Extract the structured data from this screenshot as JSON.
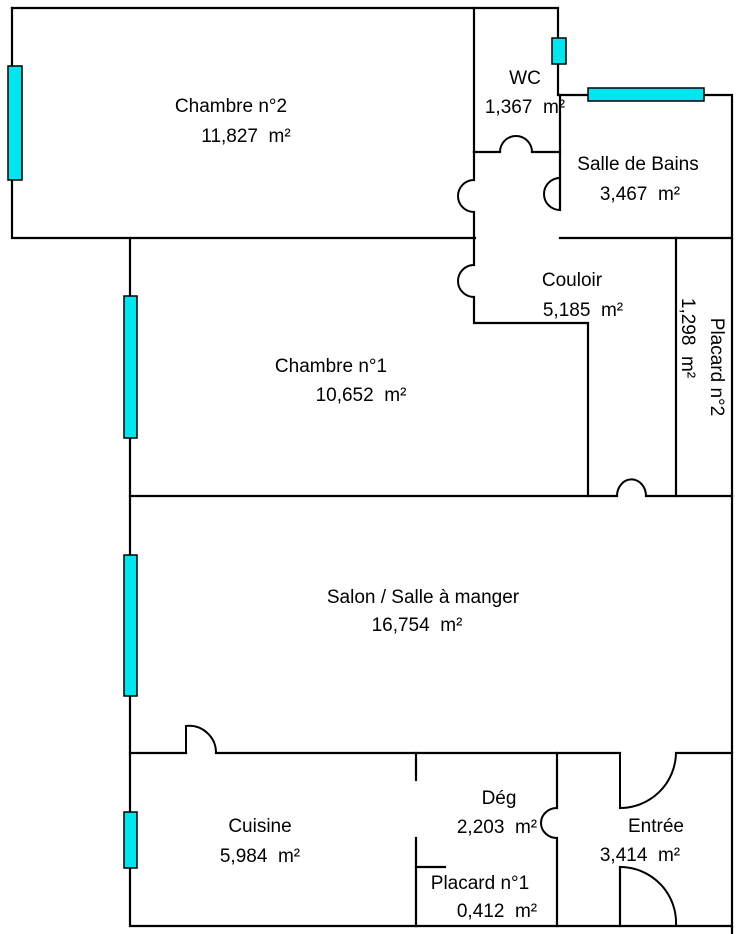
{
  "plan": {
    "window_color": "#00e5ee",
    "rooms": {
      "chambre2": {
        "name": "Chambre n°2",
        "area": "11,827  m²"
      },
      "wc": {
        "name": "WC",
        "area": "1,367  m²"
      },
      "sdb": {
        "name": "Salle de Bains",
        "area": "3,467  m²"
      },
      "couloir": {
        "name": "Couloir",
        "area": "5,185  m²"
      },
      "placard2": {
        "name": "Placard n°2",
        "area": "1,298  m²"
      },
      "chambre1": {
        "name": "Chambre n°1",
        "area": "10,652  m²"
      },
      "salon": {
        "name": "Salon / Salle à manger",
        "area": "16,754  m²"
      },
      "cuisine": {
        "name": "Cuisine",
        "area": "5,984  m²"
      },
      "deg": {
        "name": "Dég",
        "area": "2,203  m²"
      },
      "placard1": {
        "name": "Placard n°1",
        "area": "0,412  m²"
      },
      "entree": {
        "name": "Entrée",
        "area": "3,414  m²"
      }
    }
  }
}
